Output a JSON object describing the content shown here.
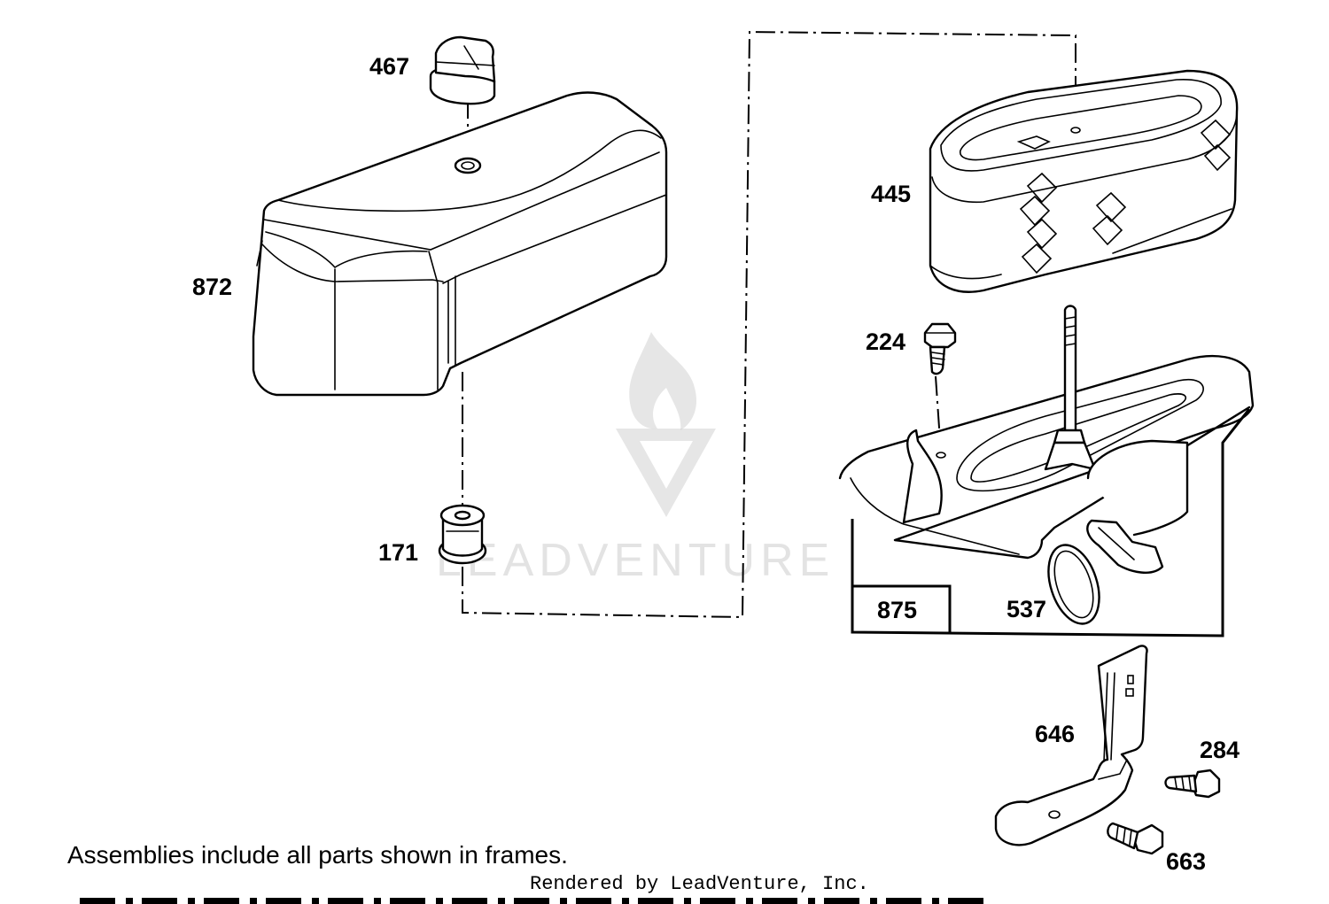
{
  "parts": {
    "p467": "467",
    "p872": "872",
    "p171": "171",
    "p445": "445",
    "p224": "224",
    "p875": "875",
    "p537": "537",
    "p646": "646",
    "p284": "284",
    "p663": "663"
  },
  "watermark": "LEADVENTURE",
  "footnote": "Assemblies include all parts shown in frames.",
  "credit": "Rendered by LeadVenture, Inc."
}
